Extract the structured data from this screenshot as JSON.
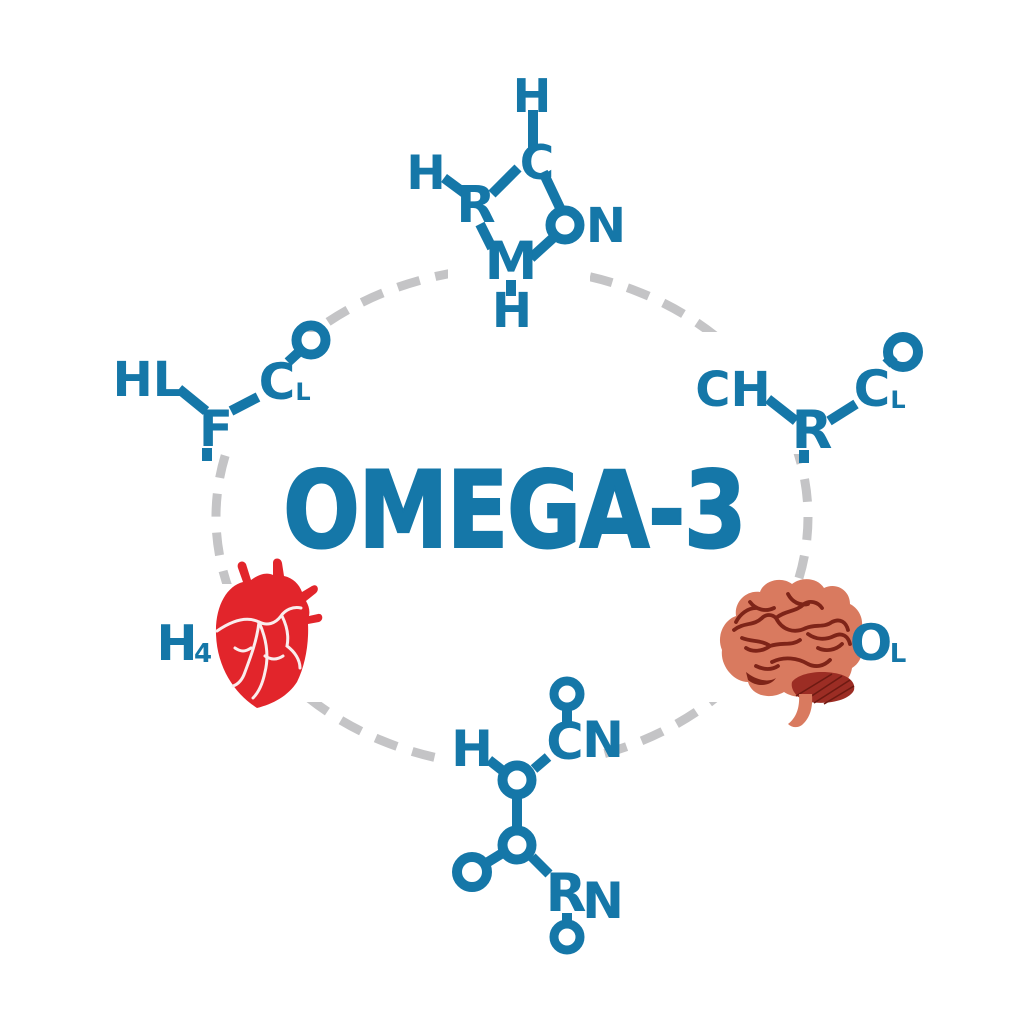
{
  "title": {
    "text": "OMEGA-3"
  },
  "colors": {
    "background": "#FFFFFF",
    "blue": "#1577A8",
    "dash": "#C4C4C6",
    "heart_red": "#E2252B",
    "heart_vein": "#FAEDED",
    "brain_fill": "#D97A5F",
    "brain_line": "#7E2418",
    "brain_dark": "#9C2D24"
  },
  "molecules": {
    "top": {
      "h_top": "H",
      "c": "C",
      "h_left": "H",
      "r": "R",
      "n": "N",
      "m": "M",
      "h_bottom": "H"
    },
    "left": {
      "hl": "HL",
      "f": "F",
      "c": "C",
      "sub": "L"
    },
    "right": {
      "ch": "CH",
      "r": "R",
      "c": "C",
      "sub": "L"
    },
    "bottom": {
      "c": "C",
      "n_top": "N",
      "h": "H",
      "r": "R",
      "n_bottom": "N"
    }
  },
  "badges": {
    "heart": {
      "main": "H",
      "sub": "4"
    },
    "brain": {
      "main": "O",
      "sub": "L"
    }
  }
}
